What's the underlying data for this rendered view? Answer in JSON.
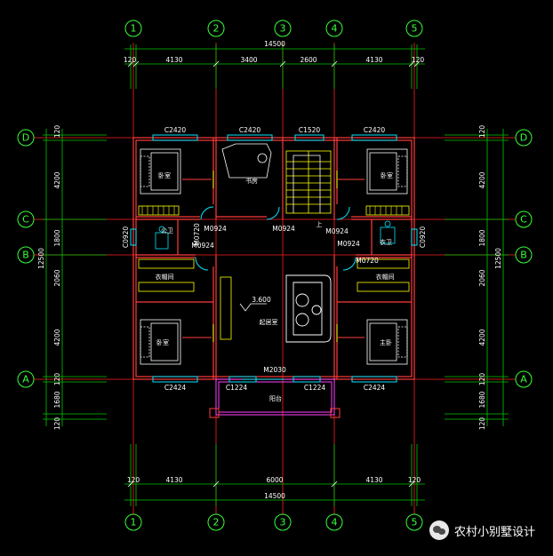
{
  "axes_vertical": [
    "1",
    "2",
    "3",
    "4",
    "5"
  ],
  "axes_horizontal": [
    "D",
    "C",
    "B",
    "A"
  ],
  "top_dims": {
    "total": "14500",
    "segments": [
      "120",
      "4130",
      "3400",
      "2600",
      "4130",
      "120"
    ]
  },
  "bottom_dims": {
    "total": "14500",
    "segments": [
      "120",
      "4130",
      "6000",
      "4130",
      "120"
    ]
  },
  "left_dims": {
    "total": "12500",
    "segments": [
      "120",
      "4200",
      "1800",
      "2060",
      "4200",
      "120",
      "1680",
      "120"
    ]
  },
  "right_dims": {
    "total": "12500",
    "segments": [
      "120",
      "4200",
      "1800",
      "2060",
      "4200",
      "120",
      "1680",
      "120"
    ]
  },
  "windows": {
    "top_1": "C2420",
    "top_2": "C2420",
    "top_3": "C1520",
    "top_4": "C2420",
    "bot_1": "C2424",
    "bot_2": "C1224",
    "bot_3": "C1224",
    "bot_4": "C2424",
    "left_mid": "C0920",
    "right_mid": "C0920"
  },
  "doors": {
    "d1": "M0924",
    "d2": "M0924",
    "d3": "M0924",
    "d4": "M0924",
    "d5": "M0924",
    "d6": "M0720",
    "d7": "M0720",
    "d8": "M2030"
  },
  "level": "3.600",
  "rooms": {
    "bedroom_nw": "卧室",
    "study": "书房",
    "bedroom_ne": "卧室",
    "bath_w": "公卫",
    "bath_e": "衣卫",
    "closet_w": "衣帽间",
    "closet_e": "衣帽间",
    "family_room": "起居室",
    "bedroom_sw": "卧室",
    "master_bedroom": "主卧",
    "balcony": "阳台",
    "stair_up": "上"
  },
  "watermark": "农村小别墅设计",
  "colors": {
    "background": "#000000",
    "axis": "#39ff39",
    "wall": "#ff3b3b",
    "grid": "#ff2020",
    "dim_line": "#00c800",
    "window": "#00e5ff",
    "furniture": "#ffff00",
    "text": "#ffffff"
  }
}
